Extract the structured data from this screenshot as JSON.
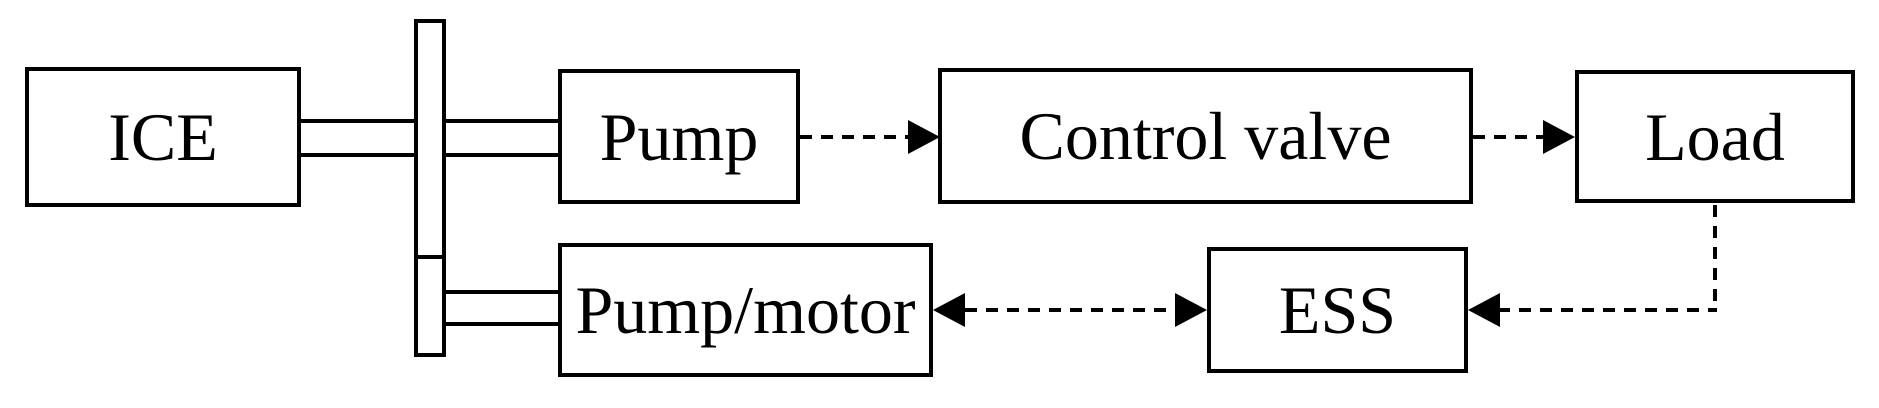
{
  "figure": {
    "background_color": "#ffffff",
    "line_color": "#000000",
    "nodes": [
      {
        "id": "ice",
        "label": "ICE"
      },
      {
        "id": "pump",
        "label": "Pump"
      },
      {
        "id": "control-valve",
        "label": "Control valve"
      },
      {
        "id": "load",
        "label": "Load"
      },
      {
        "id": "pump-motor",
        "label": "Pump/motor"
      },
      {
        "id": "ess",
        "label": "ESS"
      }
    ],
    "connections": [
      {
        "from": "ice",
        "to": "transmission-shaft-bar",
        "type": "mechanical-shaft-double-line"
      },
      {
        "from": "transmission-shaft-bar",
        "to": "pump",
        "type": "mechanical-shaft-double-line"
      },
      {
        "from": "transmission-shaft-bar",
        "to": "pump-motor",
        "type": "mechanical-shaft-double-line"
      },
      {
        "from": "pump",
        "to": "control-valve",
        "type": "dashed-arrow",
        "direction": "one-way"
      },
      {
        "from": "control-valve",
        "to": "load",
        "type": "dashed-arrow",
        "direction": "one-way"
      },
      {
        "from": "load",
        "to": "ess",
        "type": "dashed-arrow-elbow",
        "direction": "one-way",
        "route": "down-then-left"
      },
      {
        "from": "pump-motor",
        "to": "ess",
        "type": "dashed-arrow",
        "direction": "two-way"
      }
    ]
  }
}
